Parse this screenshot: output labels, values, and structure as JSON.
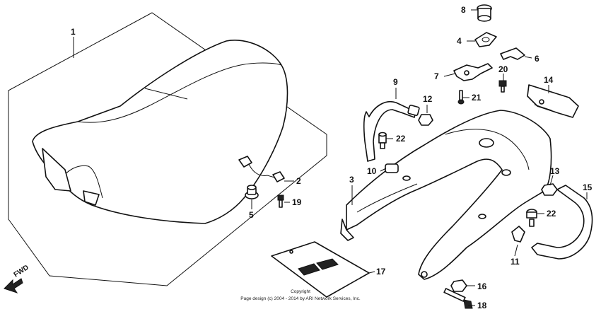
{
  "callouts": {
    "c1": "1",
    "c2": "2",
    "c3": "3",
    "c4": "4",
    "c5": "5",
    "c6": "6",
    "c7": "7",
    "c8": "8",
    "c9": "9",
    "c10": "10",
    "c11": "11",
    "c12": "12",
    "c13": "13",
    "c14": "14",
    "c15": "15",
    "c16": "16",
    "c17": "17",
    "c18": "18",
    "c19": "19",
    "c20": "20",
    "c21": "21",
    "c22a": "22",
    "c22b": "22"
  },
  "direction": {
    "label": "FWD"
  },
  "footer": {
    "line1": "Copyright",
    "line2": "Page design (c) 2004 - 2014 by ARI Network Services, Inc."
  },
  "icons": {
    "direction_arrow": "arrow-left-icon"
  }
}
